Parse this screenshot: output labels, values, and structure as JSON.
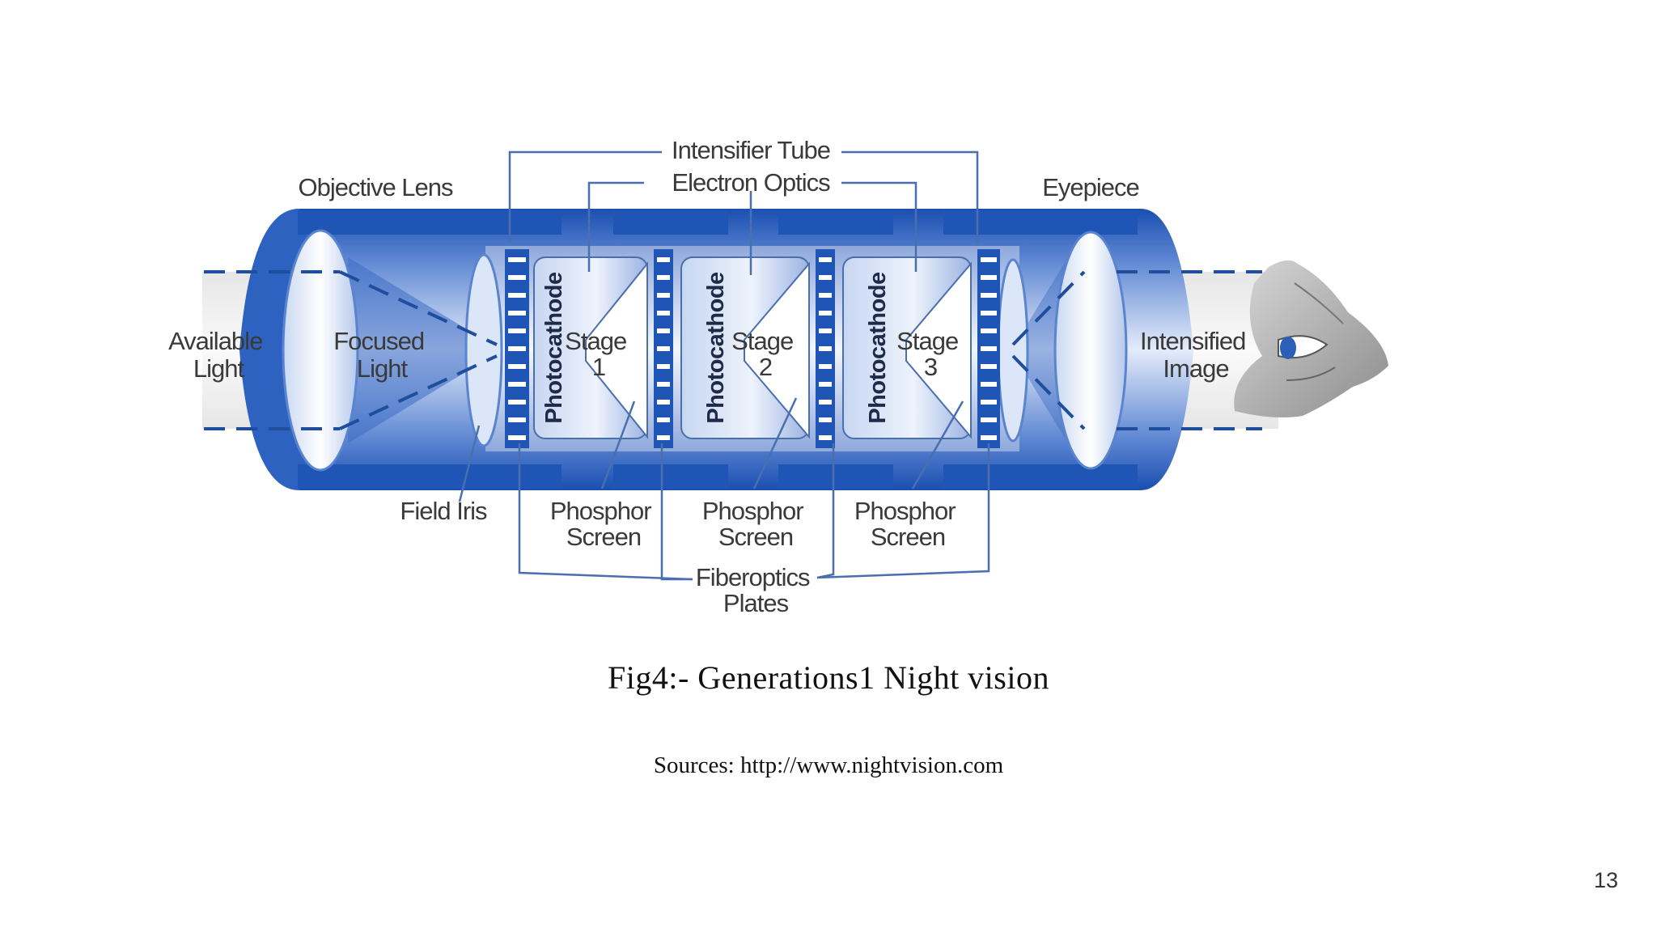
{
  "diagram": {
    "labels": {
      "intensifier_tube": "Intensifier Tube",
      "electron_optics": "Electron Optics",
      "objective_lens": "Objective Lens",
      "eyepiece": "Eyepiece",
      "available_light": [
        "Available",
        "Light"
      ],
      "focused_light": [
        "Focused",
        "Light"
      ],
      "intensified_image": [
        "Intensified",
        "Image"
      ],
      "photocathode": "Photocathode",
      "stages": [
        [
          "Stage",
          "1"
        ],
        [
          "Stage",
          "2"
        ],
        [
          "Stage",
          "3"
        ]
      ],
      "field_iris": "Field Iris",
      "phosphor_screen": [
        "Phosphor",
        "Screen"
      ],
      "fiberoptics_plates": [
        "Fiberoptics",
        "Plates"
      ]
    },
    "colors": {
      "tube_dark": "#1f55b5",
      "tube_light": "#dbe6f8",
      "leader": "#4a6fae"
    }
  },
  "caption": {
    "figure": "Fig4:- Generations1 Night vision",
    "source": "Sources: http://www.nightvision.com"
  },
  "page_number": "13"
}
